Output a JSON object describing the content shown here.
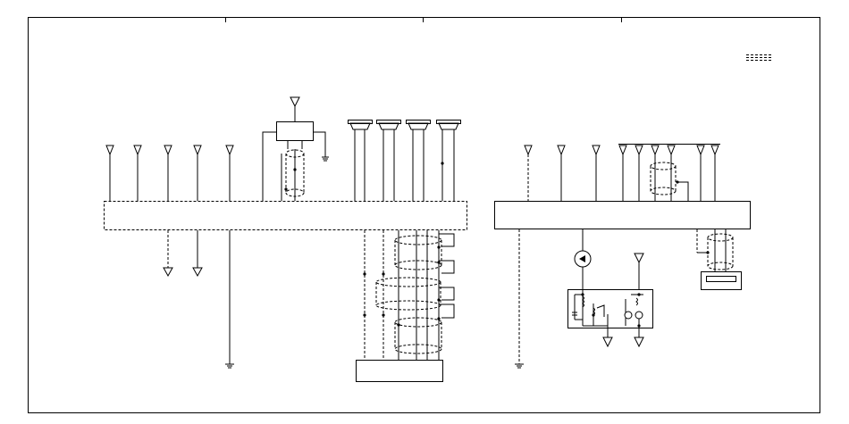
{
  "diagram": {
    "frame_color": "#000000",
    "background": "#ffffff",
    "components": {
      "left_module": "dashed-box",
      "right_module": "solid-box",
      "top_relay": "box",
      "bottom_left_connector": "box",
      "bottom_right_switch_box": "box",
      "bottom_right_connector": "box",
      "legend_mark": "dashed-lines"
    }
  }
}
